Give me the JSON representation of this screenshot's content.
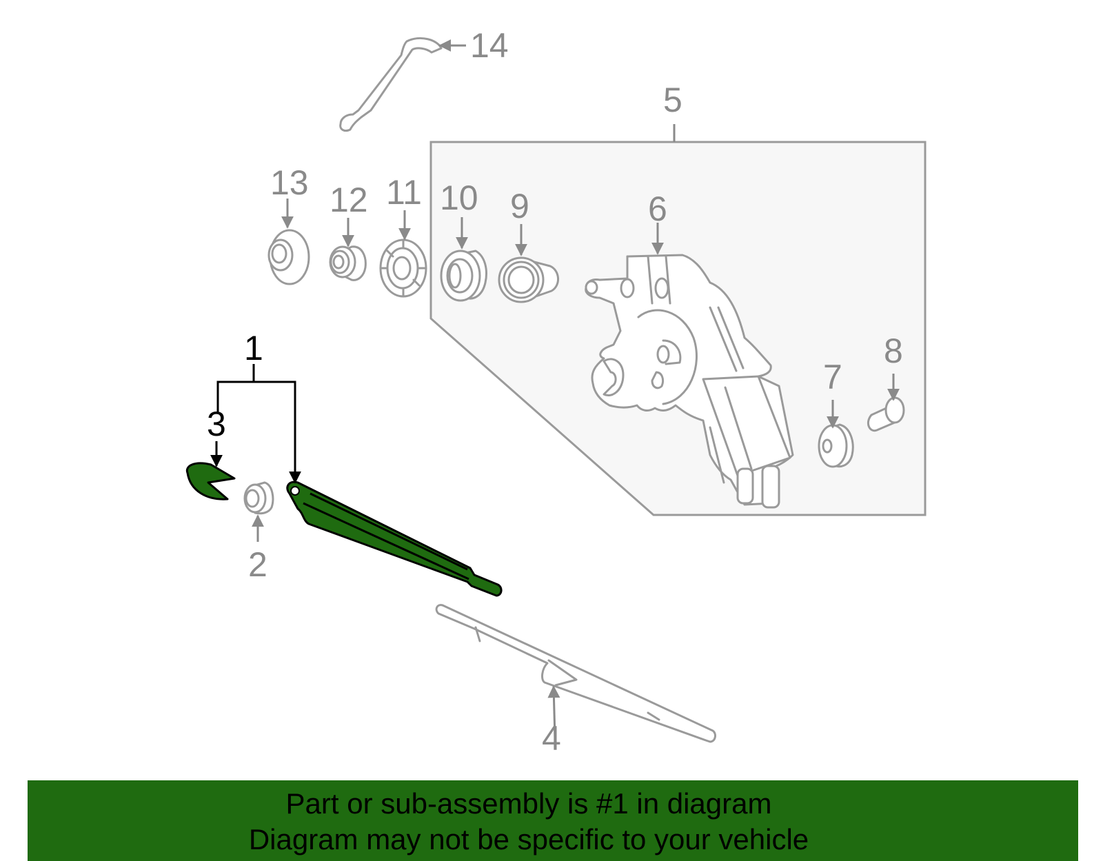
{
  "diagram": {
    "callouts": {
      "c1": "1",
      "c2": "2",
      "c3": "3",
      "c4": "4",
      "c5": "5",
      "c6": "6",
      "c7": "7",
      "c8": "8",
      "c9": "9",
      "c10": "10",
      "c11": "11",
      "c12": "12",
      "c13": "13",
      "c14": "14"
    },
    "highlight_color": "#1f6b10",
    "line_color": "#8a8a8a"
  },
  "banner": {
    "line1": "Part or sub-assembly is #1 in diagram",
    "line2": "Diagram may not be specific to your vehicle"
  }
}
